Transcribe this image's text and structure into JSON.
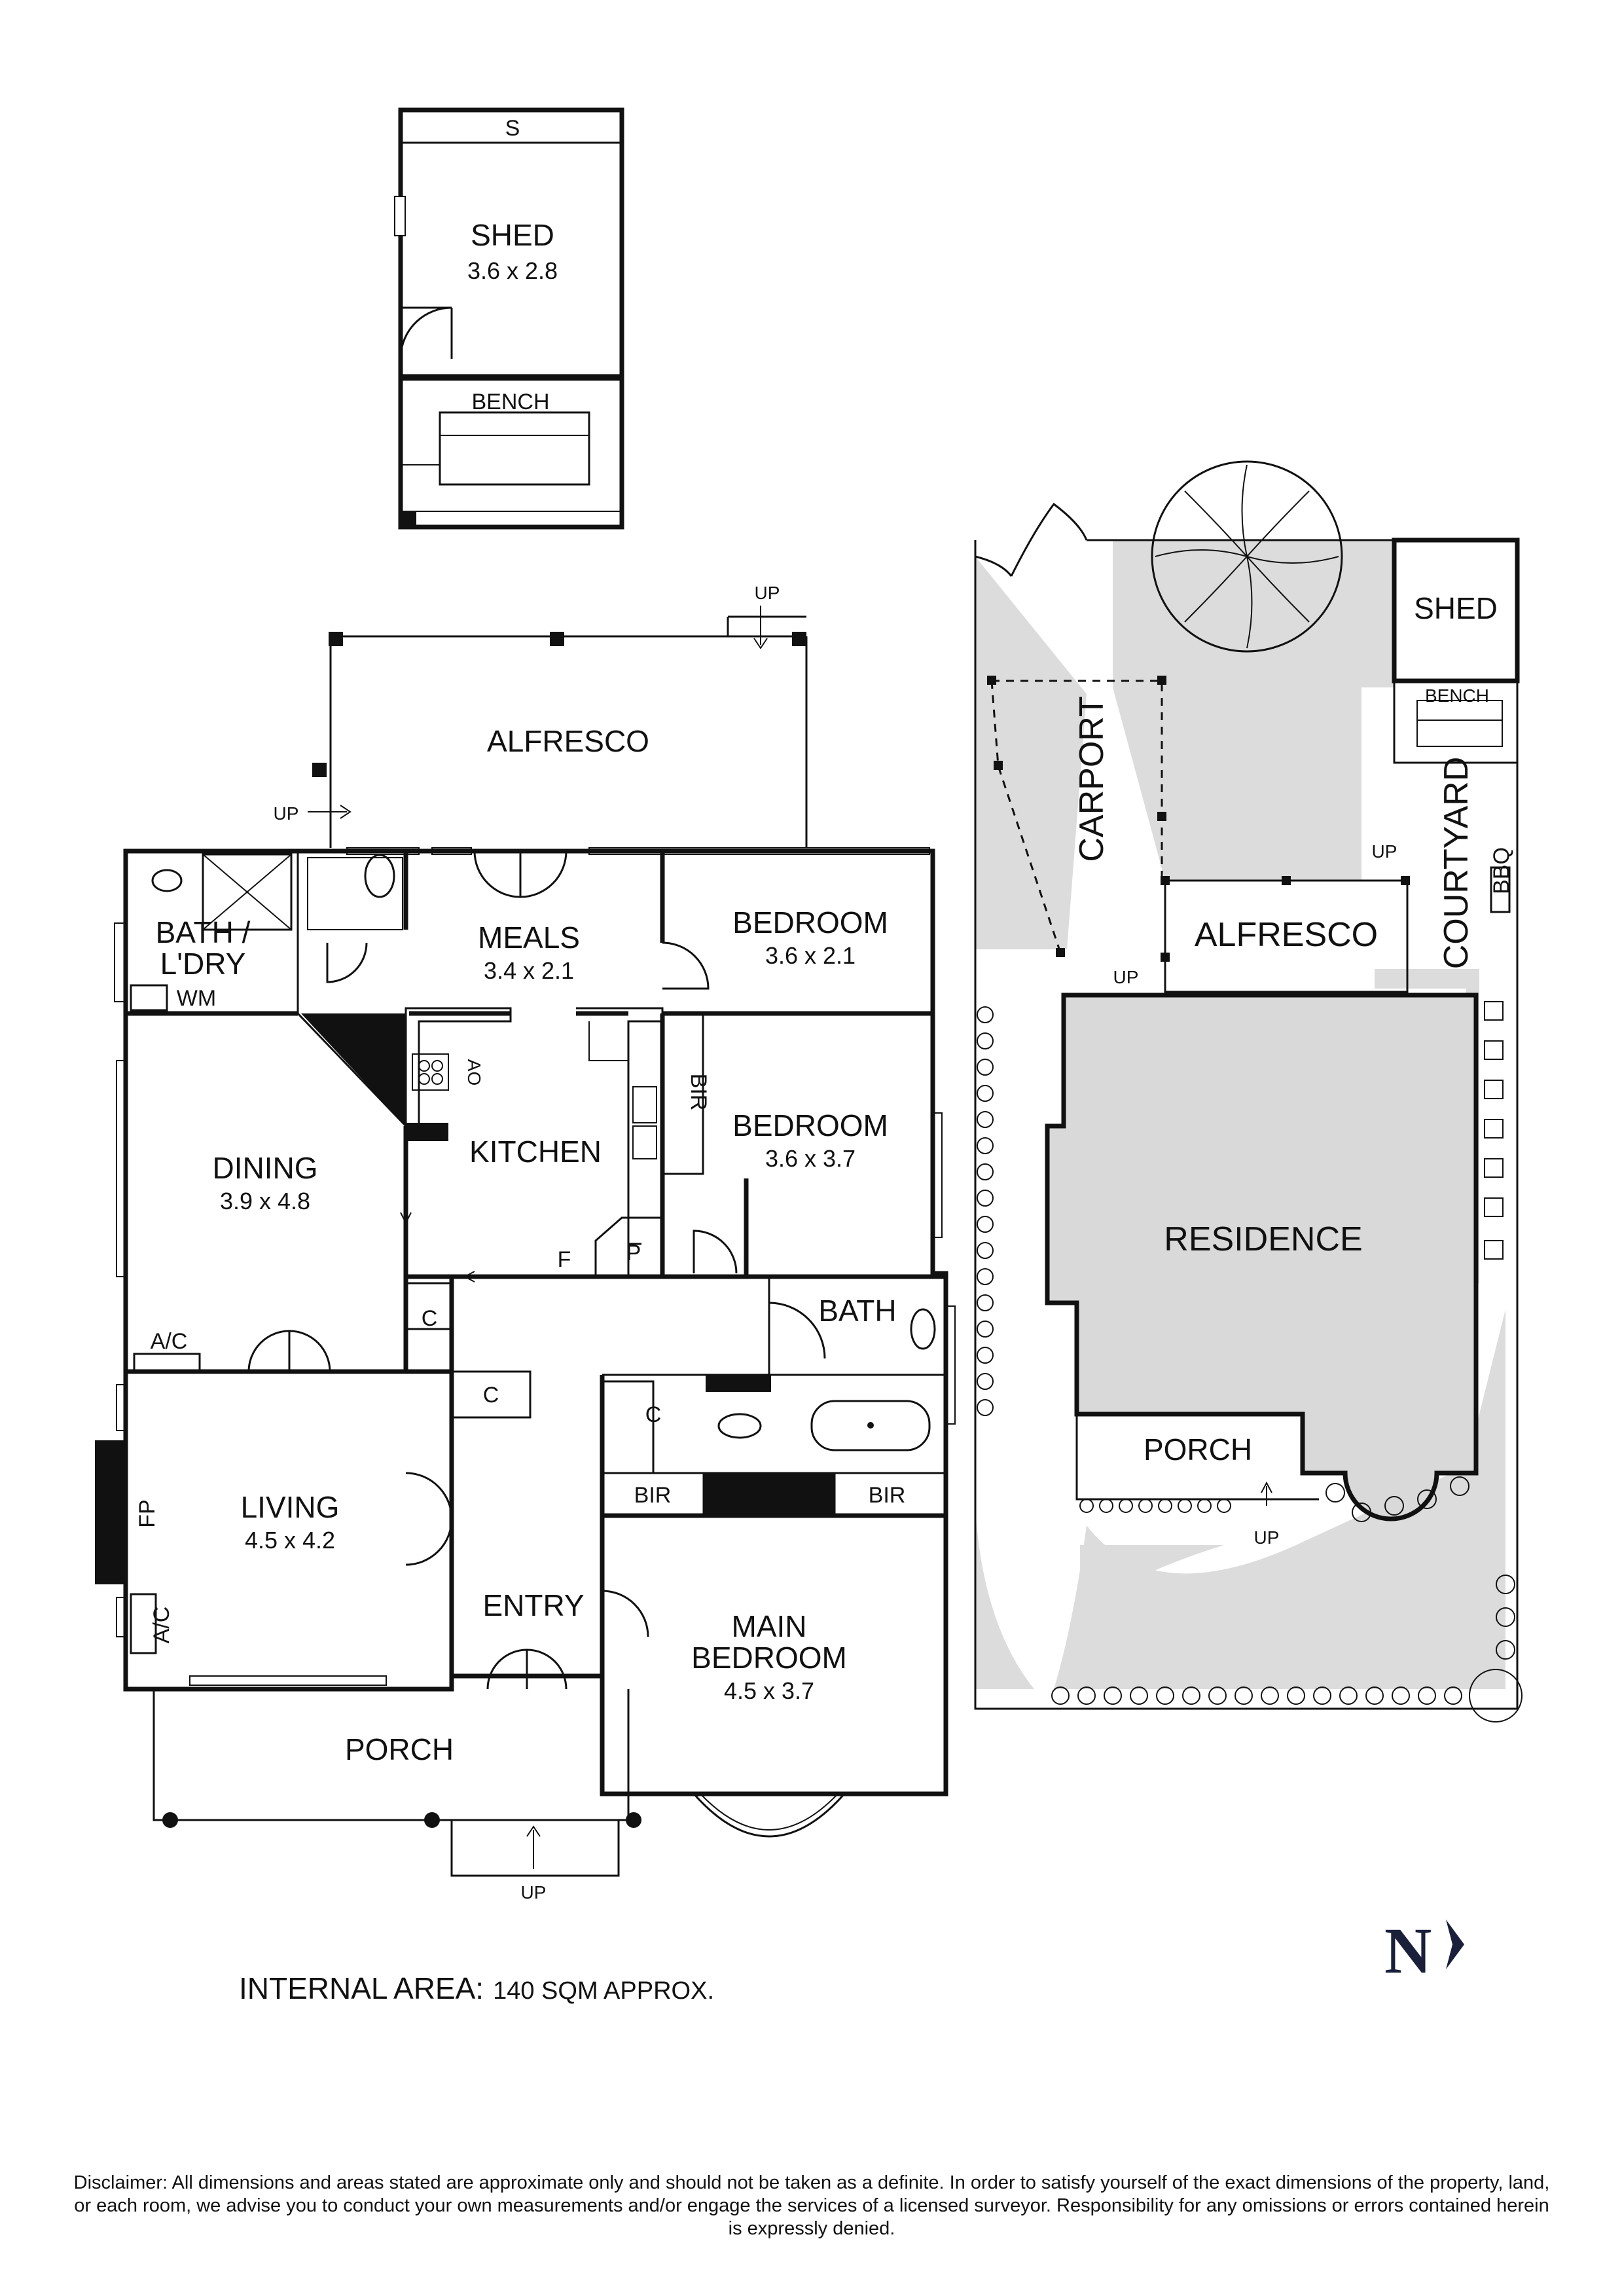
{
  "ground_floor": {
    "rooms": [
      {
        "id": "alfresco",
        "name": "ALFRESCO",
        "size": ""
      },
      {
        "id": "meals",
        "name": "MEALS",
        "size": "3.4 x 2.1"
      },
      {
        "id": "bedroom1",
        "name": "BEDROOM",
        "size": "3.6 x 2.1"
      },
      {
        "id": "bedroom2",
        "name": "BEDROOM",
        "size": "3.6 x 3.7"
      },
      {
        "id": "kitchen",
        "name": "KITCHEN",
        "size": ""
      },
      {
        "id": "dining",
        "name": "DINING",
        "size": "3.9 x 4.8"
      },
      {
        "id": "living",
        "name": "LIVING",
        "size": "4.5 x 4.2"
      },
      {
        "id": "entry",
        "name": "ENTRY",
        "size": ""
      },
      {
        "id": "main_bedroom",
        "name": "MAIN\nBEDROOM",
        "size": "4.5 x 3.7"
      },
      {
        "id": "porch",
        "name": "PORCH",
        "size": ""
      },
      {
        "id": "bath",
        "name": "BATH",
        "size": ""
      },
      {
        "id": "bath_laundry",
        "name": "BATH /\nL'DRY",
        "size": ""
      }
    ],
    "fixtures": {
      "wm": "WM",
      "ac1": "A/C",
      "ac2": "A/C",
      "fp": "FP",
      "f": "F",
      "p": "P",
      "c1": "C",
      "c2": "C",
      "c3": "C",
      "bir1": "BIR",
      "bir2": "BIR",
      "bir3": "BIR",
      "ao": "AO",
      "up_alfresco": "UP",
      "up_side": "UP",
      "up_porch": "UP"
    }
  },
  "shed_detail": {
    "name": "SHED",
    "size": "3.6 x 2.8",
    "shelf": "S",
    "bench": "BENCH"
  },
  "site_plan": {
    "residence": "RESIDENCE",
    "carport": "CARPORT",
    "alfresco": "ALFRESCO",
    "courtyard": "COURTYARD",
    "shed": "SHED",
    "bench": "BENCH",
    "bbq": "BBQ",
    "porch": "PORCH",
    "up1": "UP",
    "up2": "UP",
    "up3": "UP"
  },
  "internal_area": {
    "label": "INTERNAL AREA:",
    "value": "140 SQM APPROX."
  },
  "north": "N",
  "disclaimer": "Disclaimer: All dimensions and areas stated are approximate only and should not be taken as a definite. In order to satisfy yourself of the exact dimensions of the property, land, or each room, we advise you to conduct your own measurements and/or engage the services of a licensed surveyor. Responsibility for any omissions or errors contained herein is expressly denied.",
  "colors": {
    "ink": "#111111",
    "ground": "#dcdcdc",
    "north": "#1a1f3a"
  }
}
